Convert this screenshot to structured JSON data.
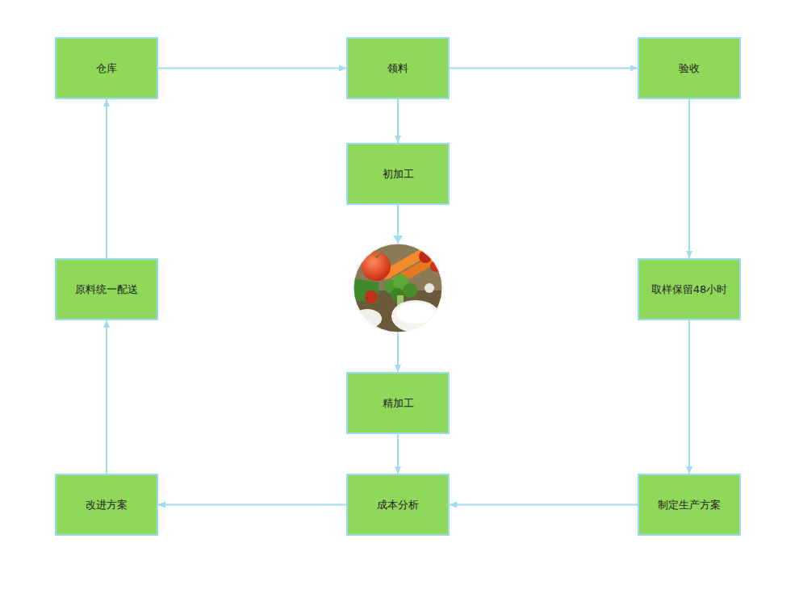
{
  "diagram": {
    "nodes": [
      {
        "text": [
          "仓库"
        ]
      },
      {
        "text": [
          "领料"
        ]
      },
      {
        "text": [
          "验收"
        ]
      },
      {
        "text": [
          "初加工"
        ]
      },
      {
        "text": [
          "原料统一配送"
        ]
      },
      {
        "text": [
          "取样保留48小时"
        ]
      },
      {
        "text": [
          "精加工"
        ]
      },
      {
        "text": [
          "改进方案"
        ]
      },
      {
        "text": [
          "成本分析"
        ]
      },
      {
        "text": [
          "制定生产方案"
        ]
      }
    ],
    "edges": [
      {
        "from": 0,
        "to": 1,
        "arrow": "to"
      },
      {
        "from": 1,
        "to": 2,
        "arrow": "to"
      },
      {
        "from": 1,
        "to": 3,
        "arrow": "to"
      },
      {
        "from": 3,
        "to": 6,
        "arrow": "to"
      },
      {
        "from": 2,
        "to": 5,
        "arrow": "to"
      },
      {
        "from": 5,
        "to": 9,
        "arrow": "to"
      },
      {
        "from": 6,
        "to": 8,
        "arrow": "to"
      },
      {
        "from": 9,
        "to": 8,
        "arrow": "to"
      },
      {
        "from": 8,
        "to": 7,
        "arrow": "to"
      },
      {
        "from": 7,
        "to": 4,
        "arrow": "to"
      },
      {
        "from": 4,
        "to": 0,
        "arrow": "to"
      }
    ]
  }
}
